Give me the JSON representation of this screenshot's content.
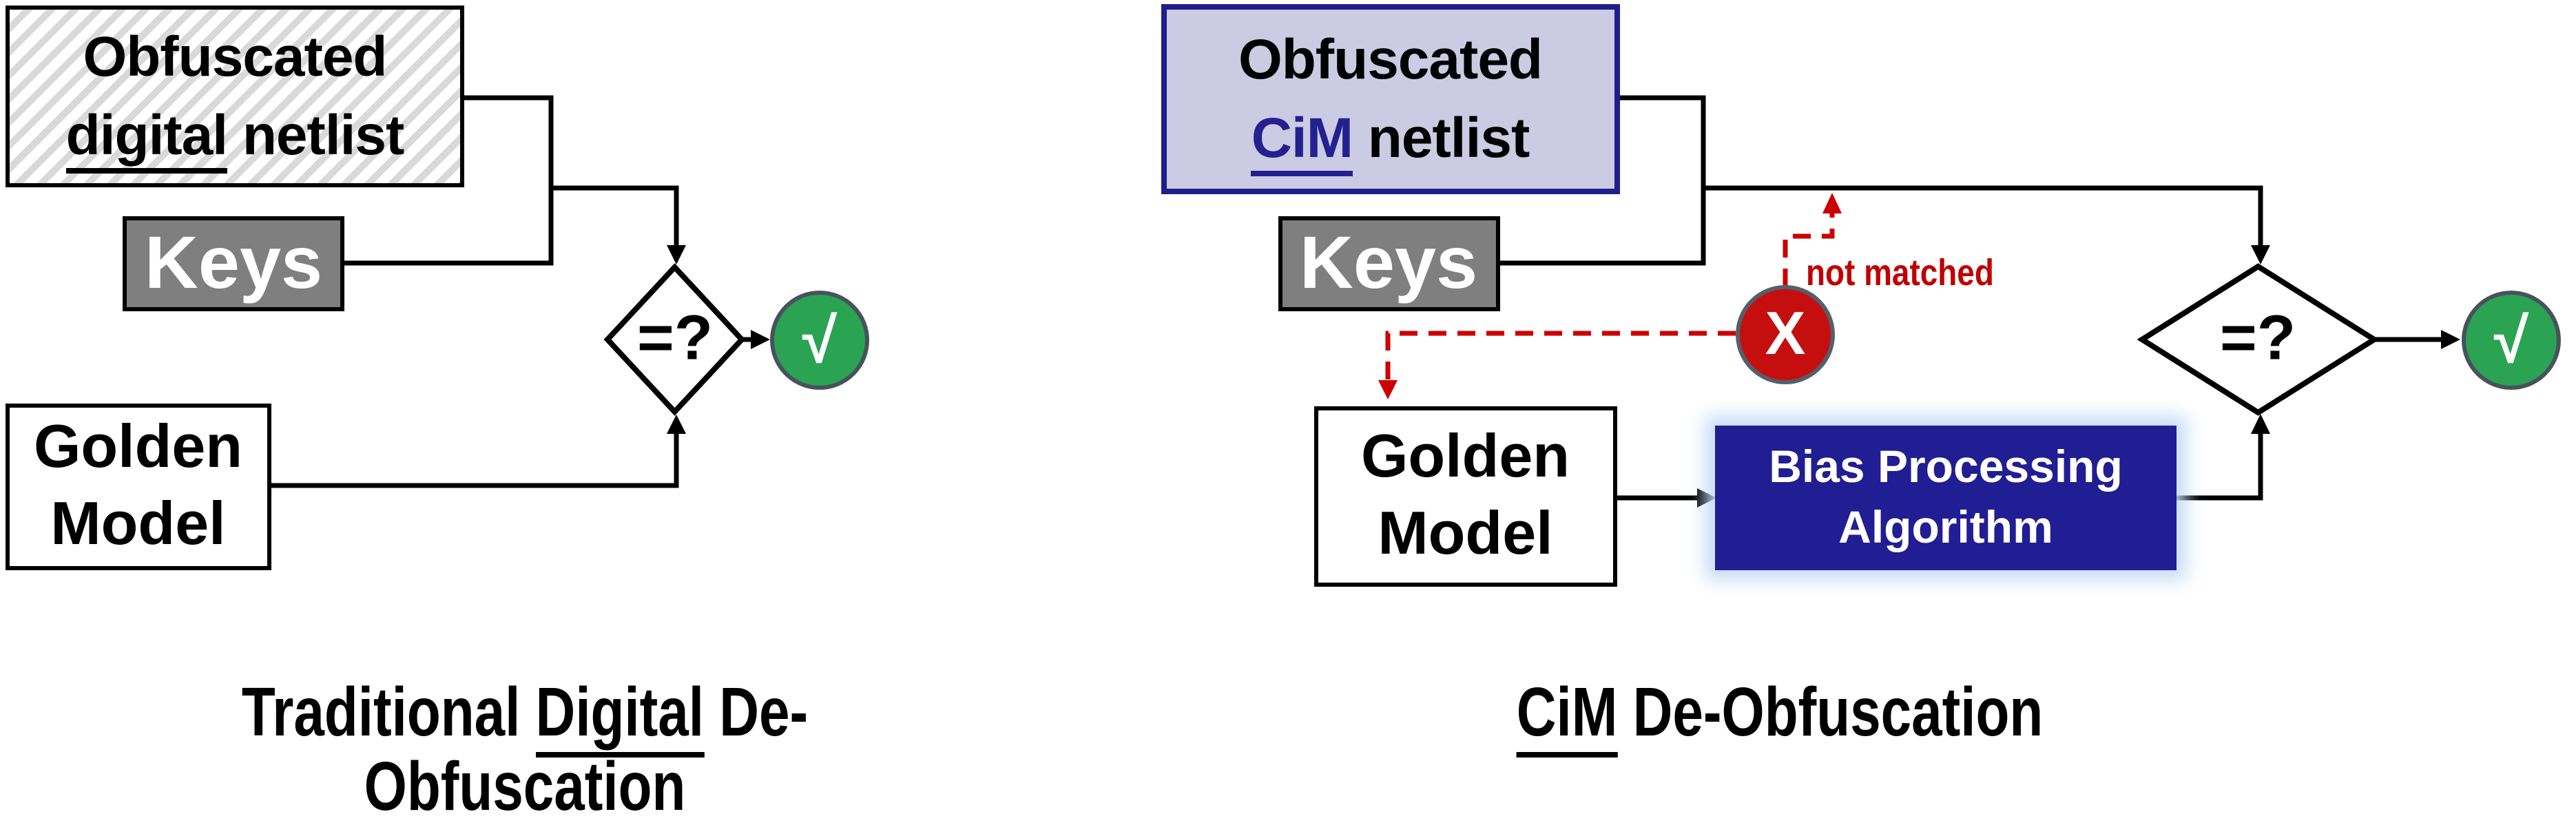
{
  "figure": {
    "type": "flow-diagram comparison",
    "colors": {
      "hatch_stripe": "#d9d9d9",
      "keys_gray": "#7f7f7f",
      "cim_fill": "#cbcbe3",
      "cim_border_navy": "#1f1e8d",
      "bias_navy": "#211d93",
      "bias_glow": "#c3daf5",
      "pass_green": "#2aa353",
      "fail_red": "#c50f0f",
      "circle_border_slate": "#555e6b",
      "dashed_red": "#cc0000",
      "line_black": "#000000"
    }
  },
  "left": {
    "netlist_line1": "Obfuscated",
    "netlist_underlined": "digital",
    "netlist_line2_rest": " netlist",
    "keys_label": "Keys",
    "golden_line1": "Golden",
    "golden_line2": "Model",
    "compare_label": "=?",
    "pass_label": "√",
    "caption_pre": "Traditional ",
    "caption_underlined": "Digital",
    "caption_post": " De-Obfuscation"
  },
  "right": {
    "netlist_line1": "Obfuscated",
    "netlist_underlined": "CiM",
    "netlist_line2_rest": " netlist",
    "keys_label": "Keys",
    "golden_line1": "Golden",
    "golden_line2": "Model",
    "bias_line1": "Bias Processing",
    "bias_line2": "Algorithm",
    "compare_label": "=?",
    "pass_label": "√",
    "fail_label": "X",
    "not_matched_label": "not matched",
    "caption_underlined": "CiM",
    "caption_post": " De-Obfuscation"
  }
}
